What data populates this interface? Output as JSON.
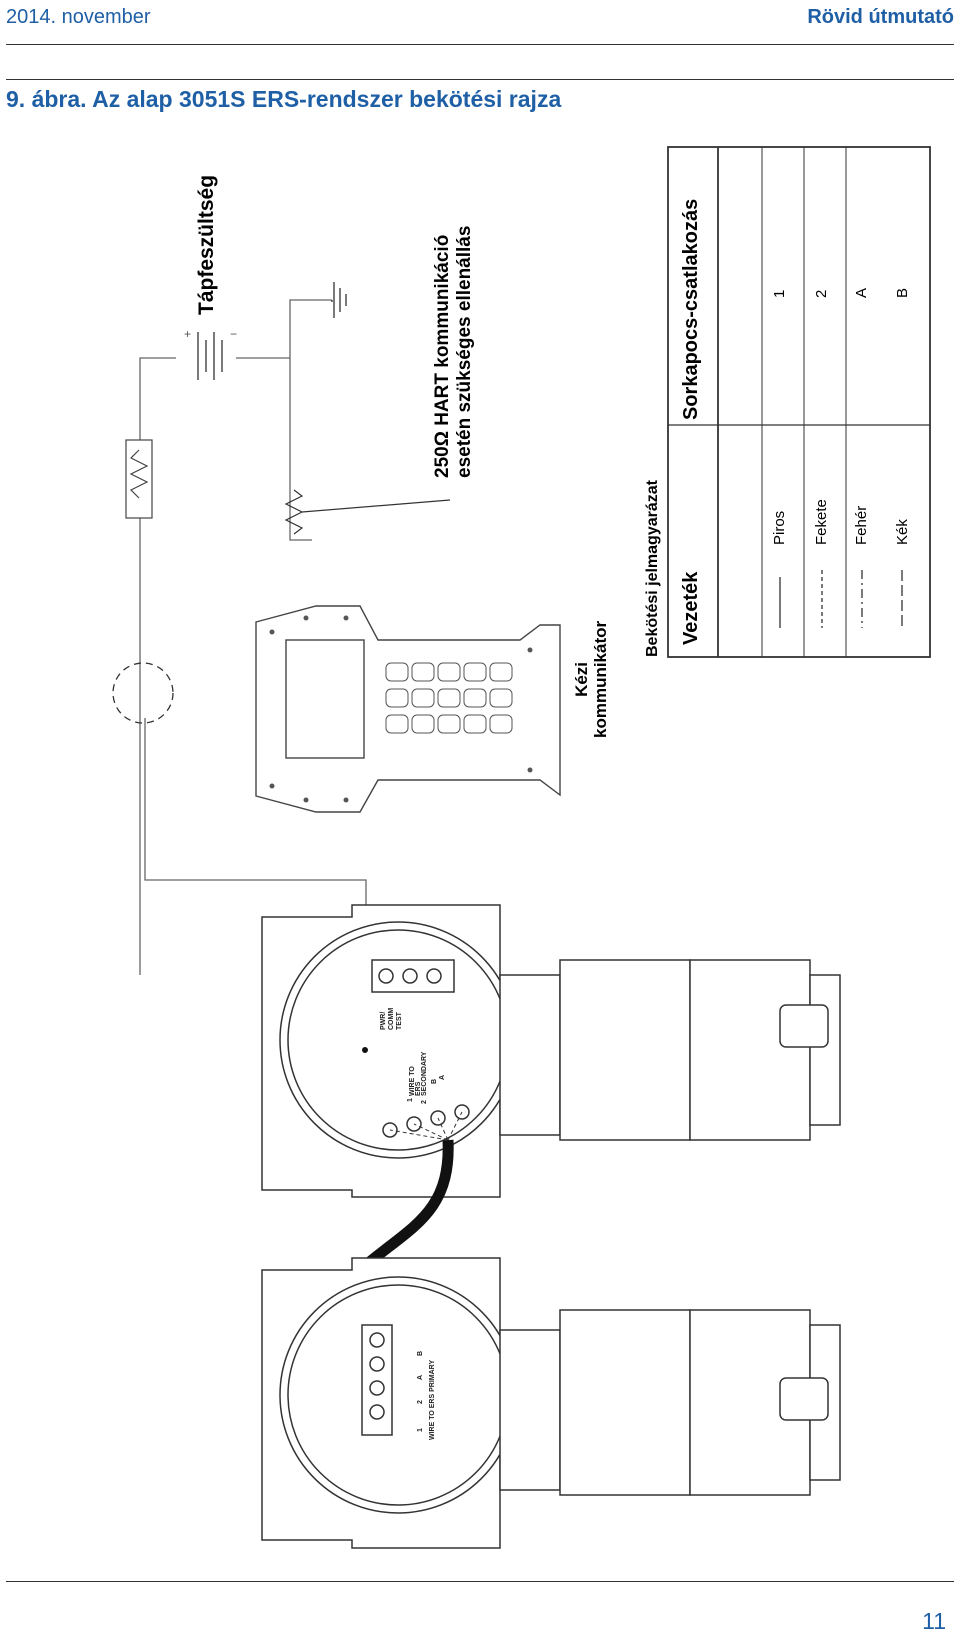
{
  "header": {
    "date": "2014. november",
    "guide": "Rövid útmutató"
  },
  "figure": {
    "title": "9. ábra.  Az alap 3051S ERS-rendszer bekötési rajza"
  },
  "labels": {
    "power": "Tápfeszültség",
    "hart_line1": "250Ω HART kommunikáció",
    "hart_line2": "esetén szükséges ellenállás",
    "comm_line1": "Kézi",
    "comm_line2": "kommunikátor",
    "legend_title": "Bekötési jelmagyarázat"
  },
  "legend": {
    "col_wire": "Vezeték",
    "col_terminal": "Sorkapocs-csatlakozás",
    "rows": [
      {
        "color": "Piros",
        "terminal": "1"
      },
      {
        "color": "Fekete",
        "terminal": "2"
      },
      {
        "color": "Fehér",
        "terminal": "A"
      },
      {
        "color": "Kék",
        "terminal": "B"
      }
    ]
  },
  "device_text": {
    "upper_terminals": [
      "PWR/",
      "COMM",
      "TEST",
      "WIRE TO",
      "ERS",
      "SECONDARY",
      "1",
      "2",
      "A",
      "B"
    ],
    "lower_terminals": [
      "1",
      "2",
      "A",
      "B",
      "WIRE TO ERS PRIMARY"
    ]
  },
  "footer": {
    "page": "11"
  }
}
